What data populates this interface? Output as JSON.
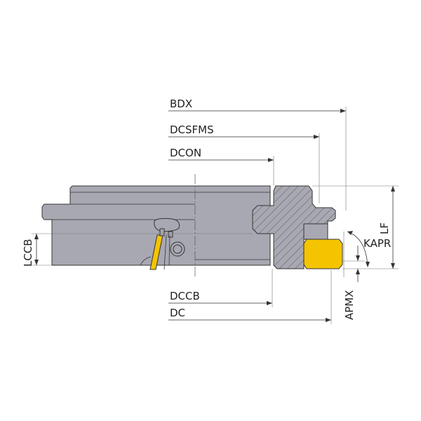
{
  "labels": {
    "bdx": "BDX",
    "dcsfms": "DCSFMS",
    "dcon": "DCON",
    "dccb": "DCCB",
    "dc": "DC",
    "lf": "LF",
    "kapr": "KAPR",
    "apmx": "APMX",
    "lccb": "LCCB"
  },
  "colors": {
    "body": "#a8a8b2",
    "insert": "#f5c400",
    "outline": "#333333"
  }
}
